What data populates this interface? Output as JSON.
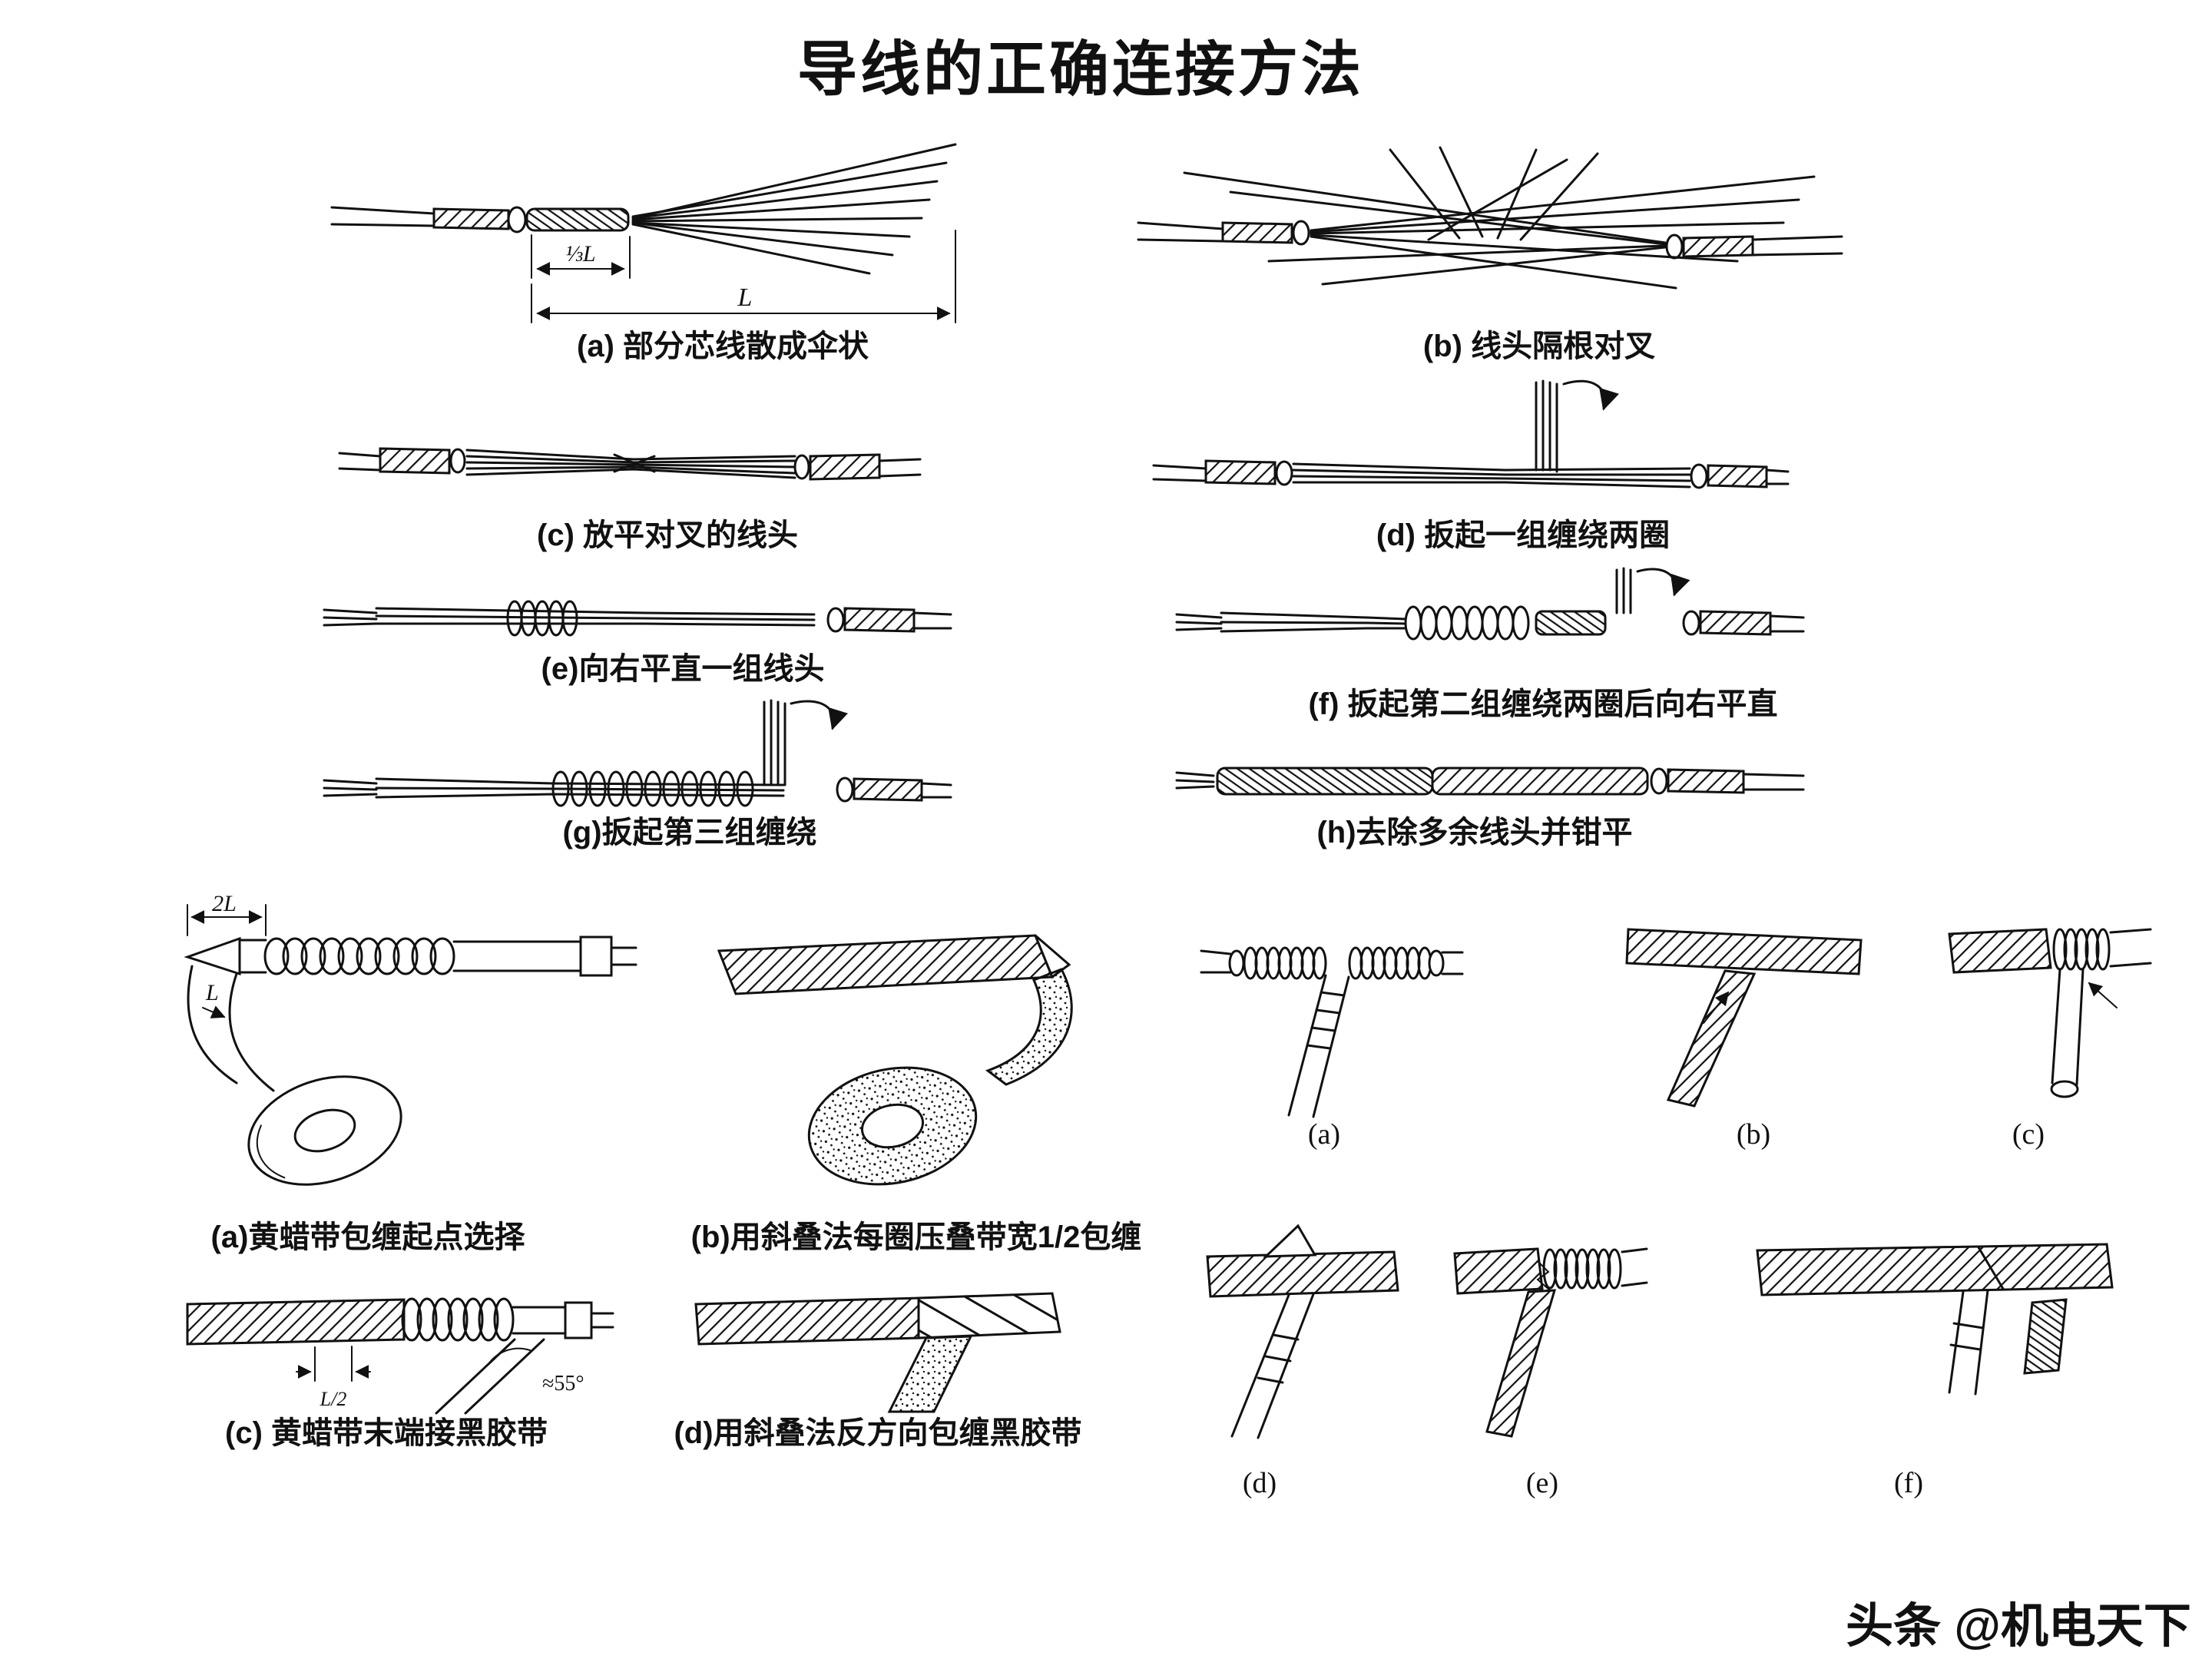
{
  "colors": {
    "ink": "#111111",
    "background": "#ffffff"
  },
  "title": "导线的正确连接方法",
  "splice_steps": {
    "a": "(a) 部分芯线散成伞状",
    "b": "(b) 线头隔根对叉",
    "c": "(c) 放平对叉的线头",
    "d": "(d) 扳起一组缠绕两圈",
    "e": "(e)向右平直一组线头",
    "f": "(f) 扳起第二组缠绕两圈后向右平直",
    "g": "(g)扳起第三组缠绕",
    "h": "(h)去除多余线头并钳平"
  },
  "tape_steps": {
    "a": "(a)黄蜡带包缠起点选择",
    "b": "(b)用斜叠法每圈压叠带宽1/2包缠",
    "c": "(c) 黄蜡带末端接黑胶带",
    "d": "(d)用斜叠法反方向包缠黑胶带"
  },
  "tjoint_labels": [
    "(a)",
    "(b)",
    "(c)",
    "(d)",
    "(e)",
    "(f)"
  ],
  "dims": {
    "third_l": "⅓L",
    "l": "L",
    "two_l": "2L",
    "l_small": "L",
    "half_l": "L/2",
    "angle": "≈55°"
  },
  "watermark": "头条 @机电天下"
}
